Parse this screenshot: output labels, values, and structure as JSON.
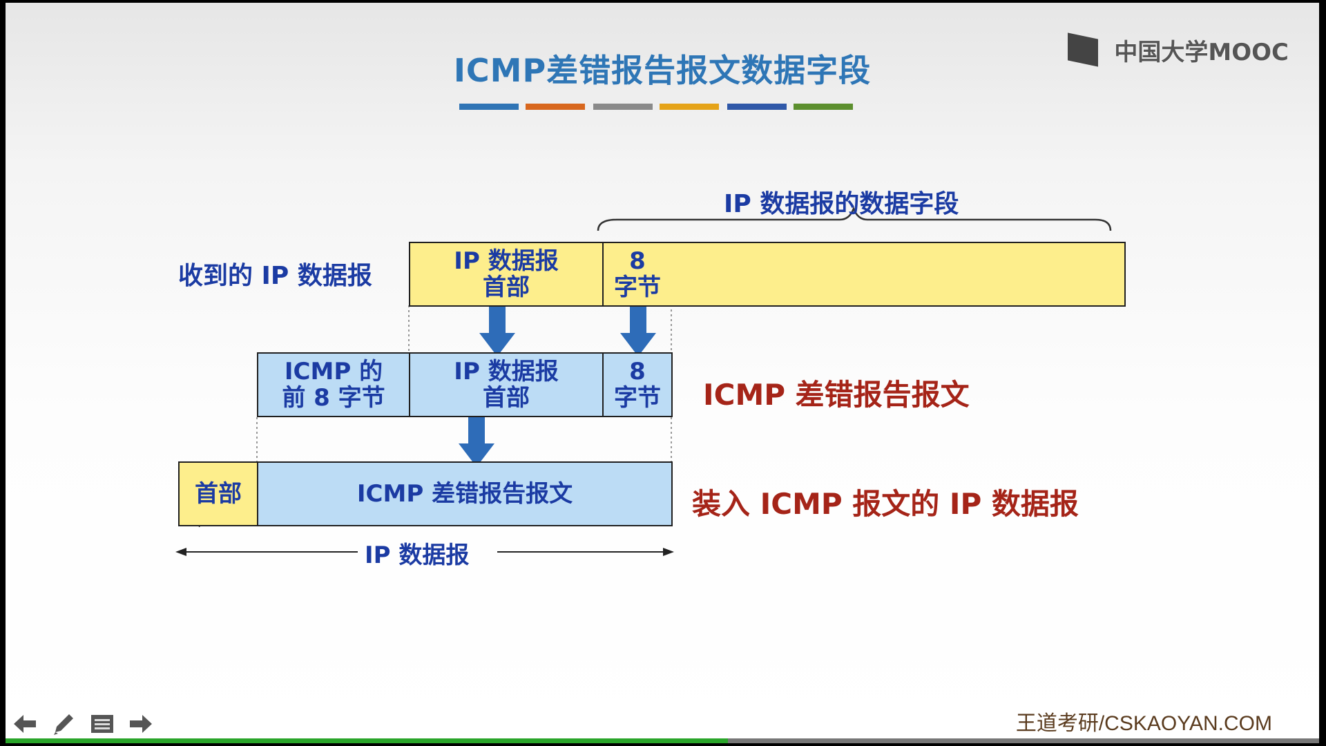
{
  "slide": {
    "title": "ICMP差错报告报文数据字段",
    "title_stripe_colors": [
      "#2f74b5",
      "#d8671e",
      "#8a8a8a",
      "#e5a318",
      "#2f58a8",
      "#5c8f2e"
    ],
    "watermark": "中国大学MOOC",
    "footer": "王道考研/CSKAOYAN.COM"
  },
  "diagram": {
    "top_brace_label": "IP 数据报的数据字段",
    "row1": {
      "label": "收到的 IP 数据报",
      "header_cell": "IP 数据报\n首部",
      "bytes_cell": "8\n字节"
    },
    "row2": {
      "label": "ICMP 差错报告报文",
      "icmp_header_cell": "ICMP 的\n前 8 字节",
      "ip_header_cell": "IP 数据报\n首部",
      "bytes_cell": "8\n字节"
    },
    "row3": {
      "label": "装入 ICMP 报文的 IP 数据报",
      "header_cell": "首部",
      "icmp_cell": "ICMP 差错报告报文"
    },
    "bottom_span_label": "IP 数据报",
    "colors": {
      "yellow_fill": "#fdee8c",
      "blue_fill": "#bcdcf5",
      "label_blue": "#1b3ba3",
      "label_red": "#a52418",
      "arrow_blue": "#2e6cb8"
    }
  },
  "toolbar": {
    "icons": [
      "prev-arrow-icon",
      "pen-icon",
      "slides-menu-icon",
      "next-arrow-icon"
    ]
  },
  "progress": {
    "fraction": 0.55
  }
}
